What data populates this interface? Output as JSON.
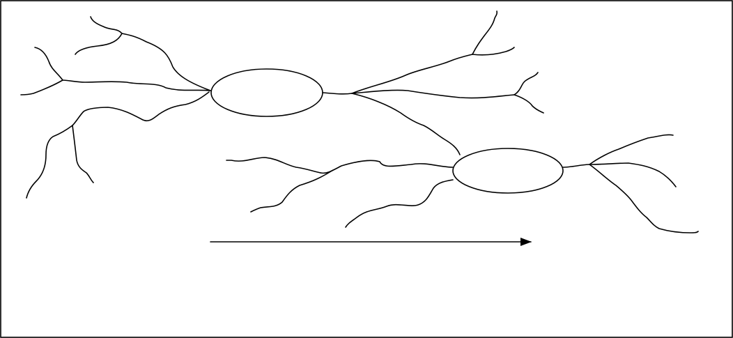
{
  "diagram": {
    "colors": {
      "stroke": "#000000",
      "background": "#ffffff",
      "frame": "#000000"
    },
    "elements": [
      {
        "id": "neuron-1",
        "kind": "cell-body-with-dendrites-and-axon"
      },
      {
        "id": "neuron-2",
        "kind": "cell-body-with-dendrites"
      },
      {
        "id": "direction-arrow",
        "kind": "arrow",
        "direction": "right"
      }
    ]
  }
}
